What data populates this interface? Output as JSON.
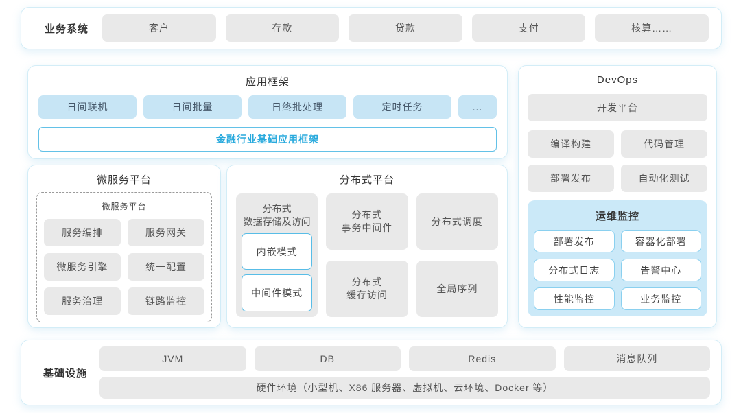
{
  "colors": {
    "accent_cyan_text": "#29aadd",
    "cyan_border": "#58bde7",
    "light_blue_fill": "#c7e5f5",
    "ops_panel_fill": "#cbe9f8",
    "gray_fill": "#e9e9e9",
    "container_border": "#d3edf7"
  },
  "business_systems": {
    "label": "业务系统",
    "items": [
      "客户",
      "存款",
      "贷款",
      "支付",
      "核算……"
    ]
  },
  "app_framework": {
    "title": "应用框架",
    "items": [
      "日间联机",
      "日间批量",
      "日终批处理",
      "定时任务",
      "..."
    ],
    "base": "金融行业基础应用框架"
  },
  "microservice_platform": {
    "title": "微服务平台",
    "inner_title": "微服务平台",
    "items": [
      "服务编排",
      "服务网关",
      "微服务引擎",
      "统一配置",
      "服务治理",
      "链路监控"
    ]
  },
  "distributed_platform": {
    "title": "分布式平台",
    "storage": {
      "label": "分布式\n数据存储及访问",
      "modes": [
        "内嵌模式",
        "中间件模式"
      ]
    },
    "cells": [
      "分布式\n事务中间件",
      "分布式调度",
      "分布式\n缓存访问",
      "全局序列"
    ]
  },
  "devops": {
    "title": "DevOps",
    "dev_platform": "开发平台",
    "items": [
      "编译构建",
      "代码管理",
      "部署发布",
      "自动化测试"
    ],
    "ops_monitoring": {
      "title": "运维监控",
      "items": [
        "部署发布",
        "容器化部署",
        "分布式日志",
        "告警中心",
        "性能监控",
        "业务监控"
      ]
    }
  },
  "infrastructure": {
    "label": "基础设施",
    "items": [
      "JVM",
      "DB",
      "Redis",
      "消息队列"
    ],
    "hardware": "硬件环境（小型机、X86 服务器、虚拟机、云环境、Docker 等）"
  }
}
